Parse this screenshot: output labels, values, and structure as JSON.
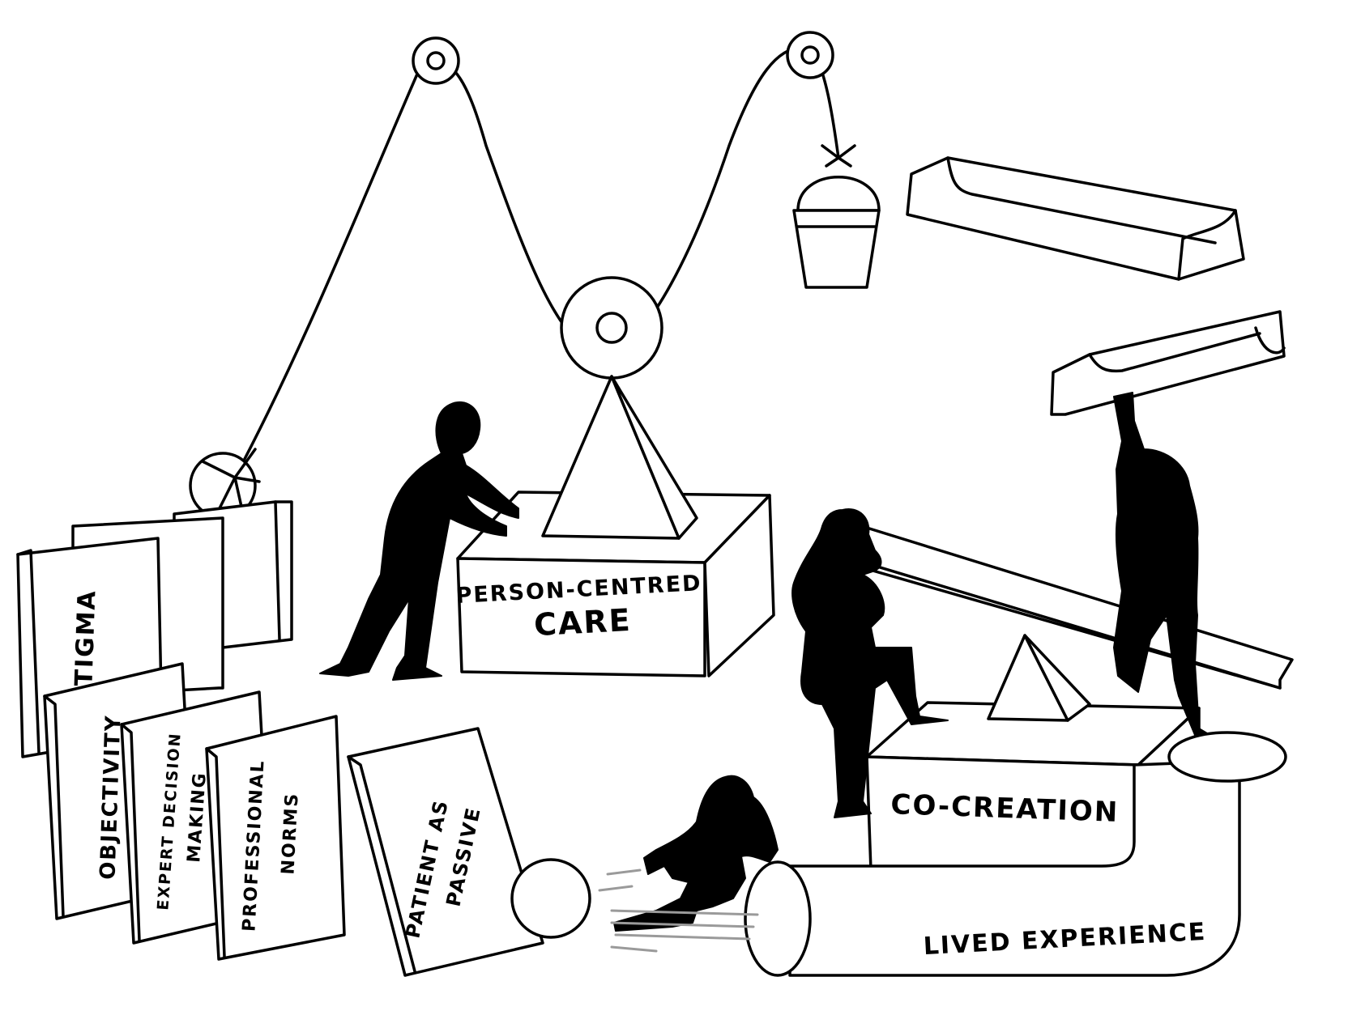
{
  "illustration": {
    "labels": {
      "stigma": "STIGMA",
      "objectivity": "OBJECTIVITY",
      "expert_line1": "EXPERT DECISION",
      "expert_line2": "MAKING",
      "professional_line1": "PROFESSIONAL",
      "professional_line2": "NORMS",
      "patient_line1": "PATIENT AS",
      "patient_line2": "PASSIVE",
      "person_centred_line1": "PERSON-CENTRED",
      "person_centred_line2": "CARE",
      "co_creation": "CO-CREATION",
      "lived_experience": "LIVED EXPERIENCE"
    },
    "colors": {
      "ink": "#000000",
      "paper": "#ffffff",
      "motion_lines": "#9a9a9a"
    },
    "icons": [
      "pulley-icon",
      "bucket-icon",
      "weight-ball-icon",
      "pyramid-icon",
      "person-silhouette-icon",
      "chute-icon",
      "tube-icon",
      "ball-icon"
    ]
  }
}
